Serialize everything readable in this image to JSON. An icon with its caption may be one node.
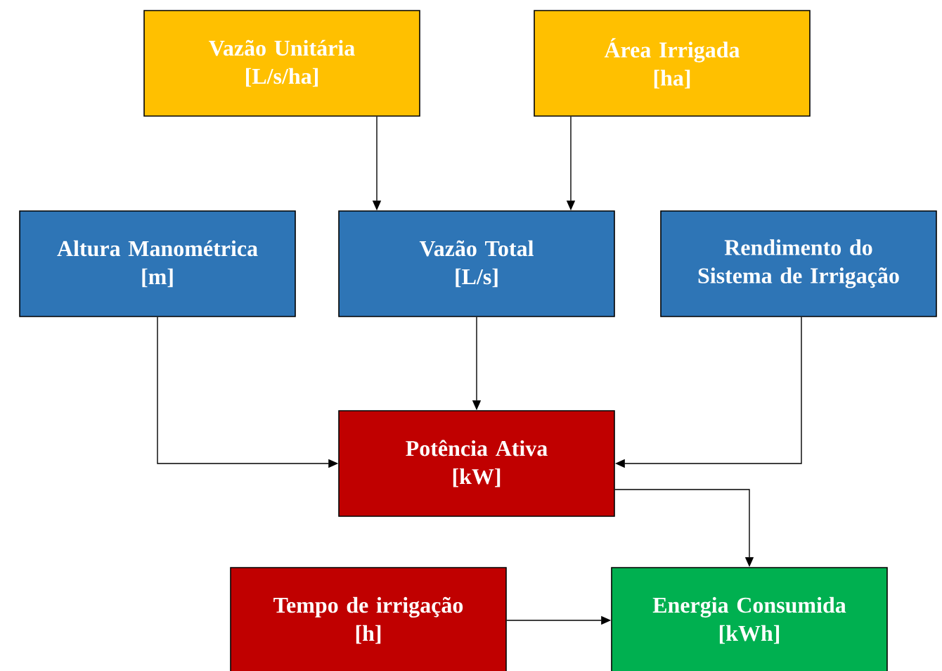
{
  "diagram": {
    "nodes": [
      {
        "text": [
          "Vazão Unitária",
          "[L/s/ha]"
        ]
      },
      {
        "text": [
          "Área Irrigada",
          "[ha]"
        ]
      },
      {
        "text": [
          "Altura Manométrica",
          "[m]"
        ]
      },
      {
        "text": [
          "Vazão Total",
          "[L/s]"
        ]
      },
      {
        "text": [
          "Rendimento do Sistema de Irrigação"
        ]
      },
      {
        "text": [
          "Potência Ativa",
          "[kW]"
        ]
      },
      {
        "text": [
          "Tempo de irrigação",
          "[h]"
        ]
      },
      {
        "text": [
          "Energia Consumida",
          "[kWh]"
        ]
      }
    ],
    "edges": [
      {
        "from": 0,
        "to": 3,
        "arrow": "to"
      },
      {
        "from": 1,
        "to": 3,
        "arrow": "to"
      },
      {
        "from": 3,
        "to": 5,
        "arrow": "to"
      },
      {
        "from": 2,
        "to": 5,
        "arrow": "to"
      },
      {
        "from": 4,
        "to": 5,
        "arrow": "to"
      },
      {
        "from": 5,
        "to": 7,
        "arrow": "to"
      },
      {
        "from": 6,
        "to": 7,
        "arrow": "to"
      }
    ]
  }
}
